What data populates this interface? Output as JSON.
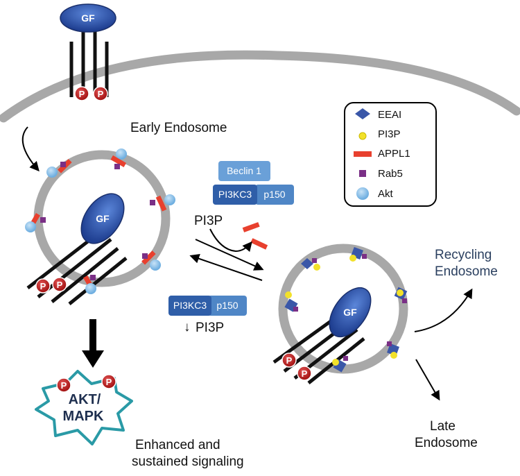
{
  "labels": {
    "early_endosome": "Early Endosome",
    "recycling_endosome_1": "Recycling",
    "recycling_endosome_2": "Endosome",
    "late_endosome_1": "Late",
    "late_endosome_2": "Endosome",
    "signaling_1": "Enhanced and",
    "signaling_2": "sustained signaling",
    "pi3p_top": "PI3P",
    "pi3p_down": "PI3P",
    "down_arrow": "↓"
  },
  "gf_label": "GF",
  "phospho_label": "P",
  "complex_top": {
    "beclin": "Beclin 1",
    "pi3kc3": "PI3KC3",
    "p150": "p150"
  },
  "complex_bottom": {
    "pi3kc3": "PI3KC3",
    "p150": "p150"
  },
  "akt_mapk": {
    "line1": "AKT/",
    "line2": "MAPK"
  },
  "legend": {
    "items": [
      {
        "label": "EEAI",
        "icon": "diamond",
        "color": "#3a57a8"
      },
      {
        "label": "PI3P",
        "icon": "dot",
        "color": "#f2e12a"
      },
      {
        "label": "APPL1",
        "icon": "bar",
        "color": "#e8402e"
      },
      {
        "label": "Rab5",
        "icon": "square",
        "color": "#7a2f86"
      },
      {
        "label": "Akt",
        "icon": "circle",
        "color": "#8fc4ea"
      }
    ]
  },
  "colors": {
    "membrane": "#a8a8a8",
    "gf_blue": "#2f55b3",
    "phospho_red": "#c42222",
    "box_blue": "#4f86c6",
    "box_blue_light": "#6aa0d8",
    "akt_teal": "#2a9aa6"
  }
}
